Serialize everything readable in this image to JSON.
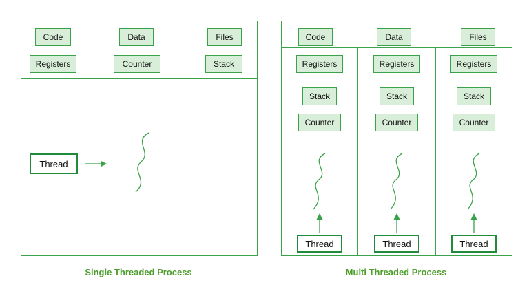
{
  "colors": {
    "stroke": "#3aa24a",
    "box_fill": "#d9eed9",
    "box_text": "#111111",
    "thread_stroke": "#1f8b3b",
    "thread_fill": "#ffffff",
    "caption": "#4d9e2d"
  },
  "left_diagram": {
    "caption": "Single Threaded Process",
    "row1": [
      "Code",
      "Data",
      "Files"
    ],
    "row2": [
      "Registers",
      "Counter",
      "Stack"
    ],
    "thread_label": "Thread"
  },
  "right_diagram": {
    "caption": "Multi Threaded Process",
    "row1": [
      "Code",
      "Data",
      "Files"
    ],
    "columns": [
      {
        "boxes": [
          "Registers",
          "Stack",
          "Counter"
        ],
        "thread_label": "Thread"
      },
      {
        "boxes": [
          "Registers",
          "Stack",
          "Counter"
        ],
        "thread_label": "Thread"
      },
      {
        "boxes": [
          "Registers",
          "Stack",
          "Counter"
        ],
        "thread_label": "Thread"
      }
    ]
  }
}
